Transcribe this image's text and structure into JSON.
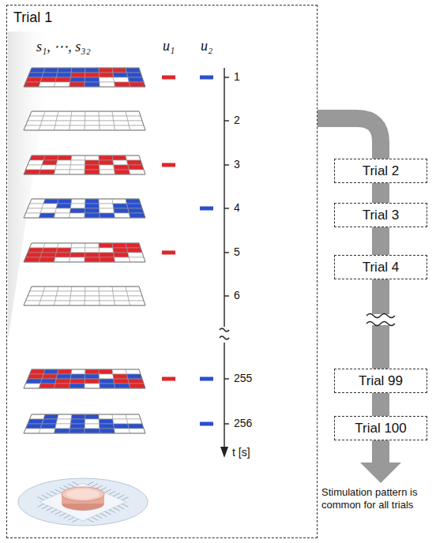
{
  "diagram": {
    "nodes": [
      {
        "text": [
          "Trial 1"
        ]
      },
      {
        "text": [
          "Trial 2"
        ]
      },
      {
        "text": [
          "Trial 3"
        ]
      },
      {
        "text": [
          "Trial 4"
        ]
      },
      {
        "text": [
          "Trial 99"
        ]
      },
      {
        "text": [
          "Trial 100"
        ]
      }
    ],
    "edges": [
      {
        "from": 0,
        "to": 1,
        "arrow": "none"
      },
      {
        "from": 1,
        "to": 2,
        "arrow": "none"
      },
      {
        "from": 2,
        "to": 3,
        "arrow": "none"
      },
      {
        "from": 3,
        "to": 4,
        "arrow": "none"
      },
      {
        "from": 4,
        "to": 5,
        "arrow": "none"
      }
    ],
    "labels": [
      "s₁, ⋯, s₃₂",
      "u₁",
      "u₂",
      "1",
      "2",
      "3",
      "4",
      "5",
      "6",
      "255",
      "256",
      "t [s]",
      "Stimulation pattern is common for all trials"
    ]
  }
}
